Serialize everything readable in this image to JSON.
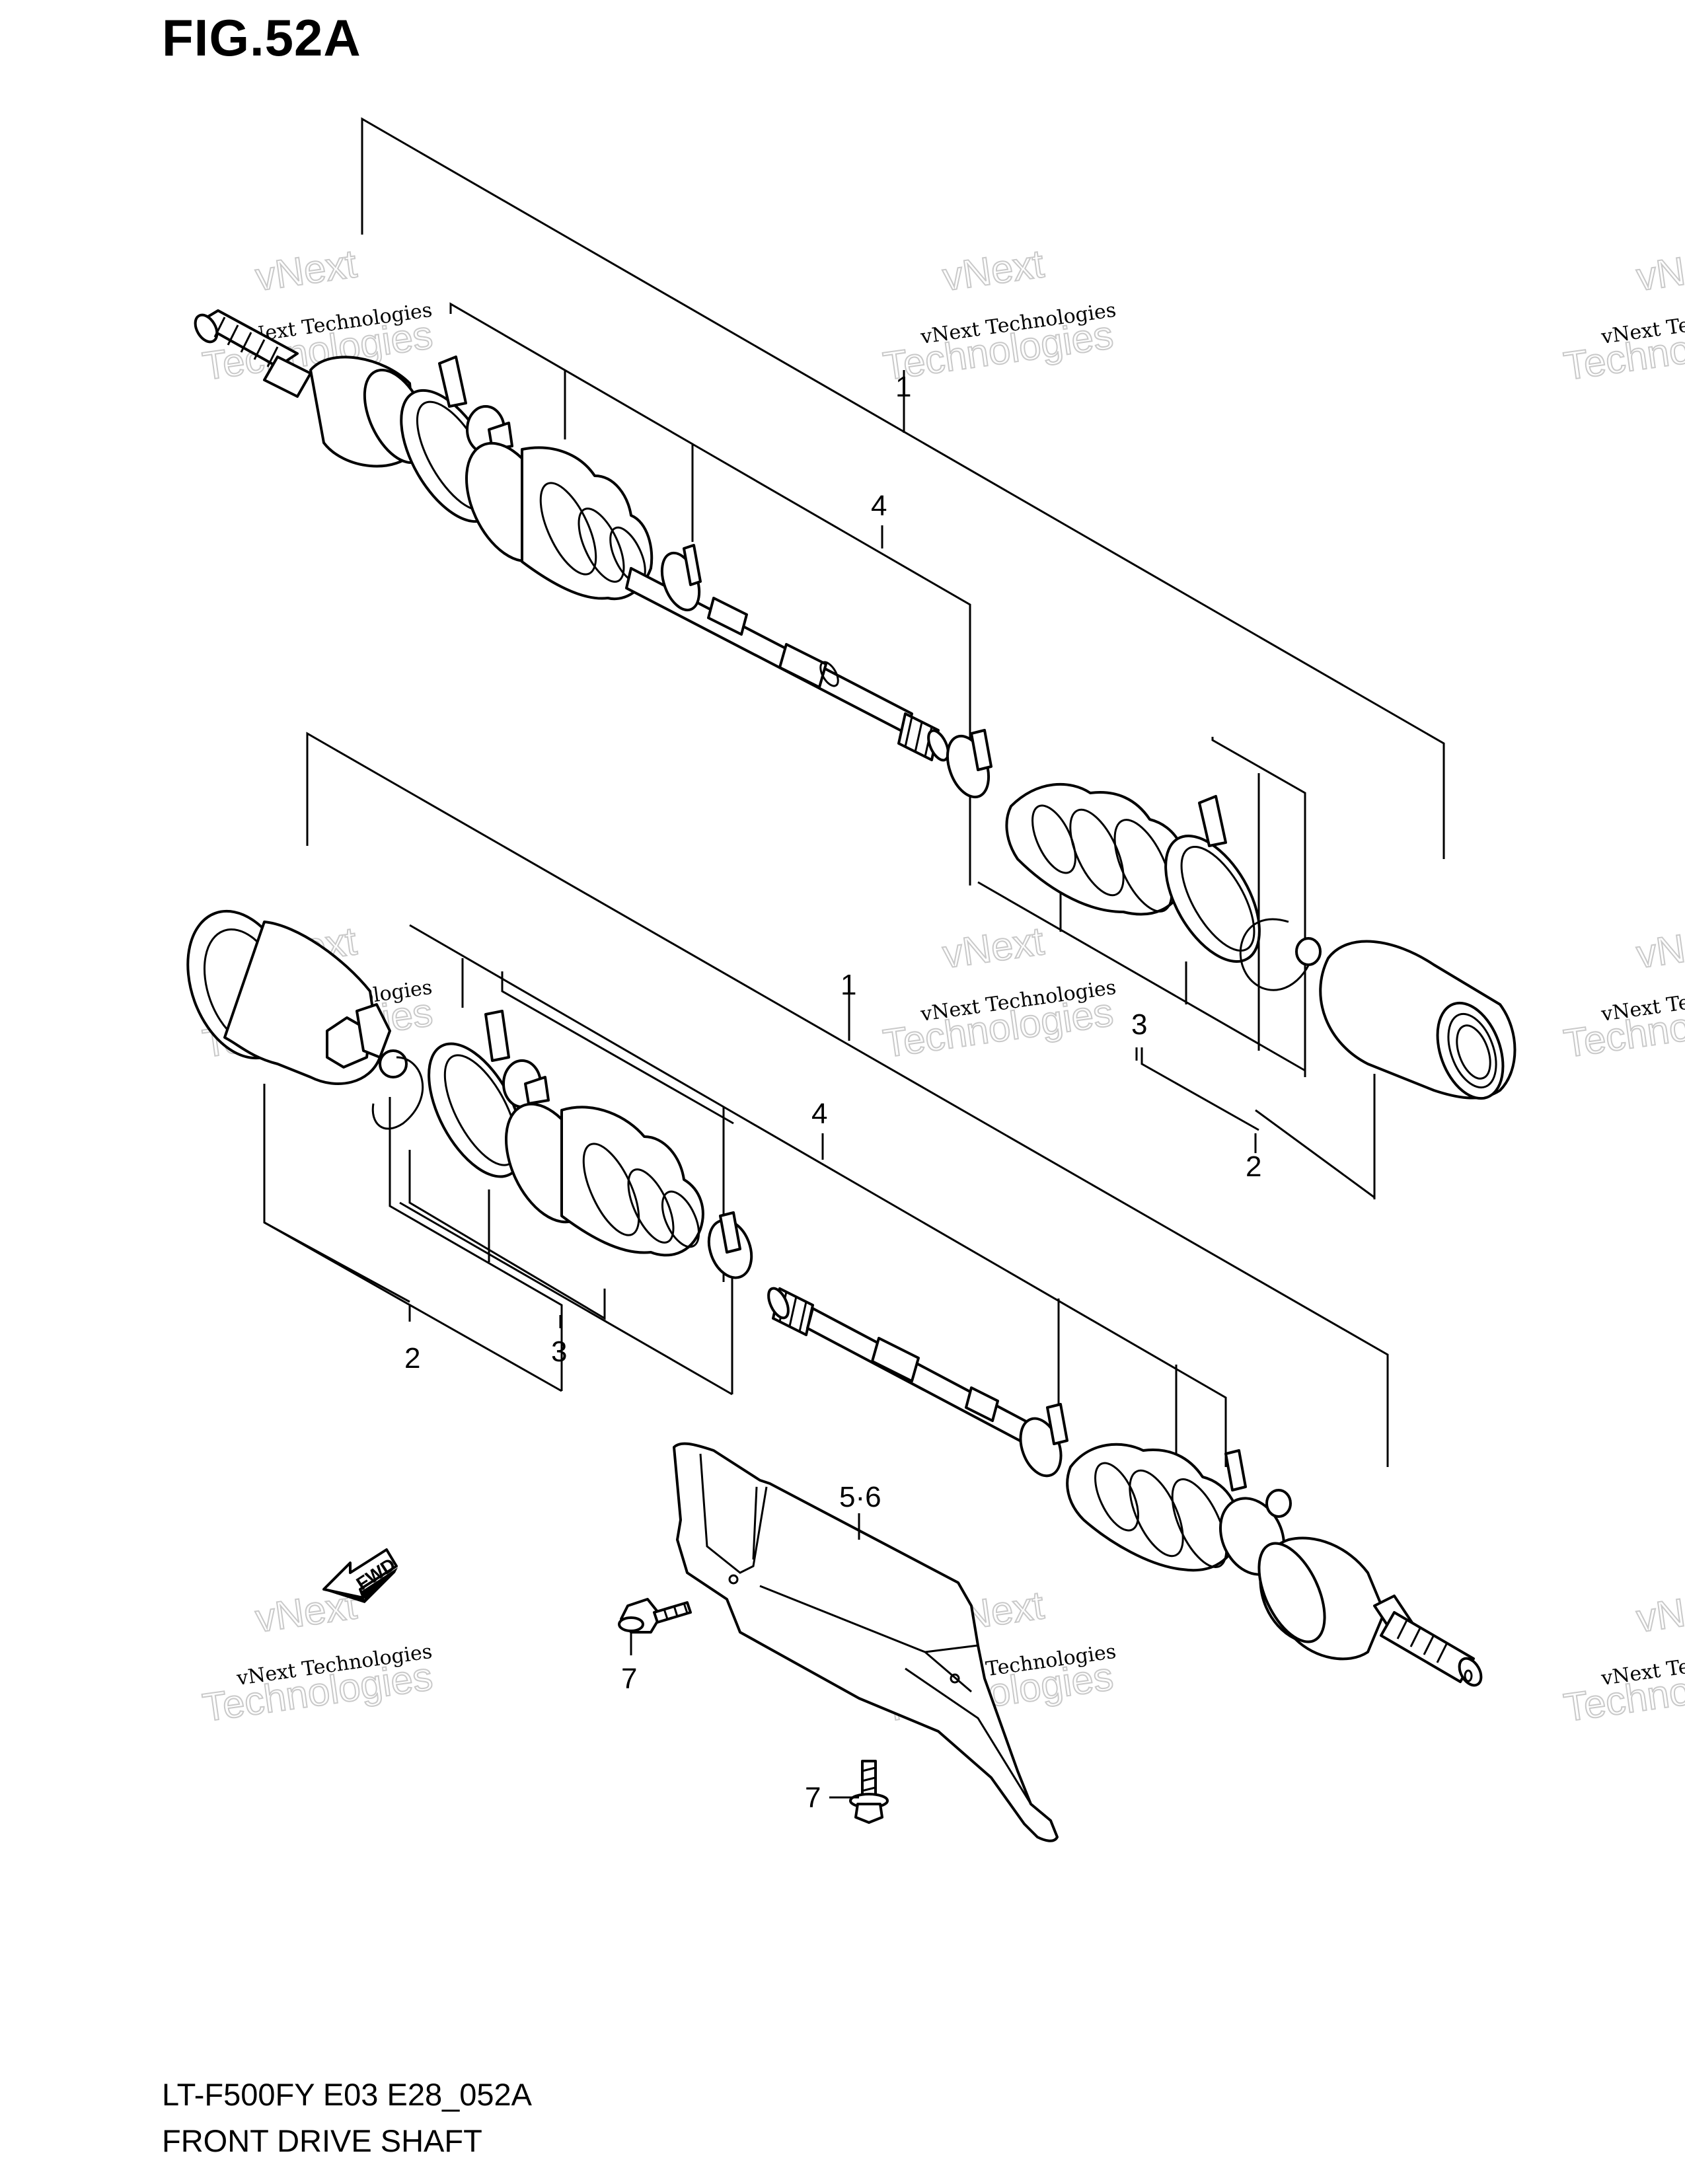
{
  "figure": {
    "title": "FIG.52A",
    "model_code": "LT-F500FY E03 E28_052A",
    "section_name": "FRONT DRIVE SHAFT"
  },
  "callouts": [
    "1",
    "4",
    "3",
    "2",
    "1",
    "4",
    "2",
    "3",
    "5·6",
    "7",
    "7"
  ],
  "fwd_label": "FWD",
  "watermark": {
    "line1": "vNext Technologies",
    "line2a": "vNext",
    "line2b": "Technologies"
  }
}
